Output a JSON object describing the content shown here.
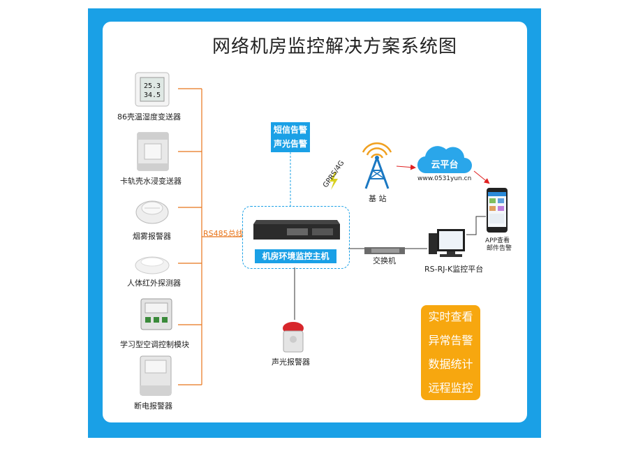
{
  "title": "网络机房监控解决方案系统图",
  "devices": [
    {
      "label": "86壳温湿度变送器",
      "display_top": "25.3",
      "display_bottom": "34.5"
    },
    {
      "label": "卡轨壳水浸变送器"
    },
    {
      "label": "烟雾报警器"
    },
    {
      "label": "人体红外探测器"
    },
    {
      "label": "学习型空调控制模块"
    },
    {
      "label": "断电报警器"
    }
  ],
  "bus_label": "RS485总线",
  "alarm_box": [
    "短信告警",
    "声光告警"
  ],
  "host_label": "机房环境监控主机",
  "sounder_label": "声光报警器",
  "switch_label": "交换机",
  "platform_label": "RS-RJ-K监控平台",
  "base_station_label": "基 站",
  "gprs_label": "GPRS/4G",
  "cloud_label": "云平台",
  "cloud_url": "www.0531yun.cn",
  "app_labels": [
    "APP查看",
    "邮件告警"
  ],
  "features": [
    "实时查看",
    "异常告警",
    "数据统计",
    "远程监控"
  ],
  "colors": {
    "frame": "#1aa0e6",
    "bus": "#e8751a",
    "feature_bg": "#f7a70f",
    "arrow": "#e02020"
  }
}
